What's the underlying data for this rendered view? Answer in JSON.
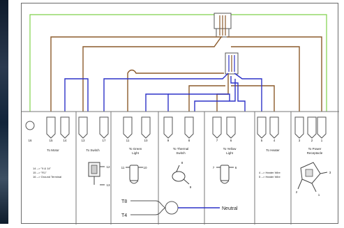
{
  "photo_panel": {
    "icon": "photo-strip"
  },
  "colors": {
    "brown": "#8b5a2b",
    "blue": "#2d32c8",
    "green": "#7fd14a",
    "gray": "#777777"
  },
  "terminal_groups": [
    {
      "label": "To Motor",
      "pins": [
        "",
        "15",
        "14"
      ],
      "notes": [
        "14 --> \"9 & 14\"",
        "15 --> \"R1\"",
        "16 --> Ground Terminal"
      ]
    },
    {
      "label": "To Switch",
      "pins": [
        "13",
        "17"
      ]
    },
    {
      "label": "To Green Light",
      "pins": [
        "11",
        "10"
      ],
      "parts": [
        "11",
        "10"
      ]
    },
    {
      "label": "To Thermal Switch",
      "pins": [
        "9",
        "8"
      ],
      "parts": [
        "8",
        "9"
      ]
    },
    {
      "label": "To Yellow Light",
      "pins": [
        "7",
        "6"
      ],
      "parts": [
        "7",
        "6"
      ]
    },
    {
      "label": "To Heater",
      "pins": [
        "5",
        "4"
      ],
      "notes": [
        "4 --> Heater Wire",
        "5 --> Heater Wire"
      ]
    },
    {
      "label": "To Power Receptacle",
      "pins": [
        "3",
        "2",
        "1"
      ],
      "parts": [
        "3",
        "2",
        "1"
      ]
    }
  ],
  "motor_pin_label": "16",
  "switch_parts": [
    "12",
    "13"
  ],
  "neutral": {
    "inputs": [
      "T8",
      "T4"
    ],
    "output": "Neutral"
  }
}
